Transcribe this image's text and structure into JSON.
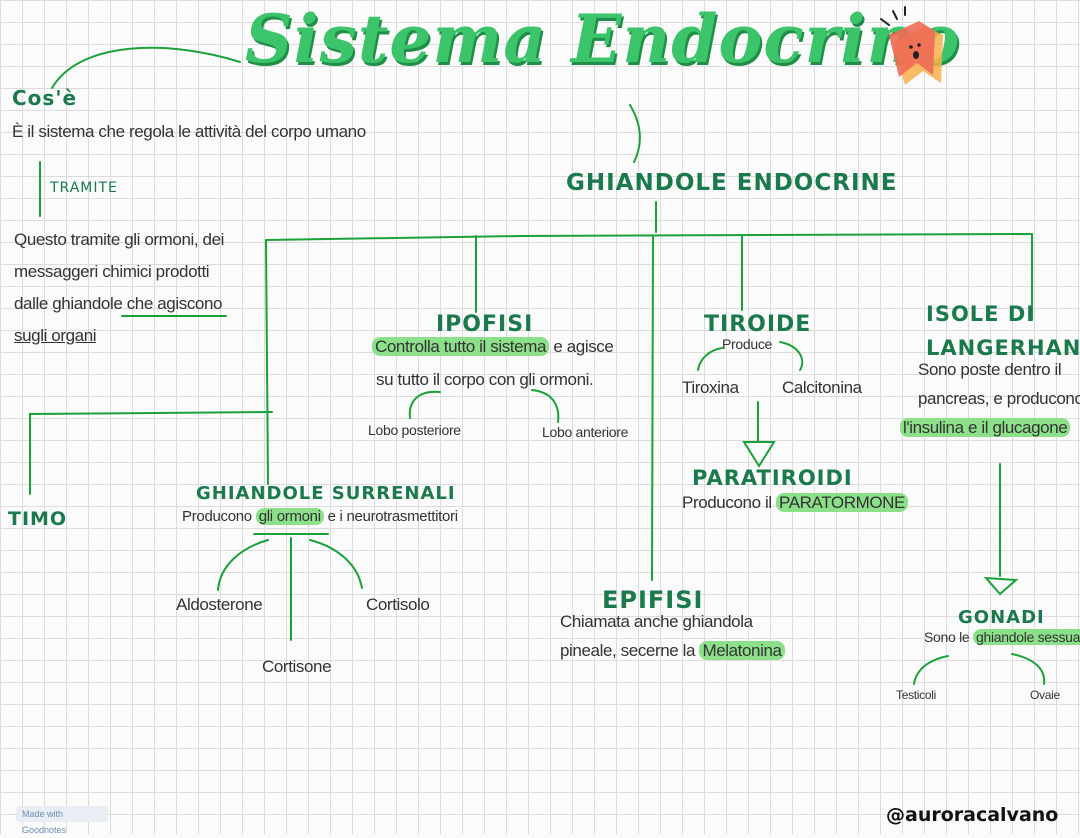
{
  "title": "Sistema Endocrino",
  "cose": {
    "heading": "Cos'è",
    "definition": "È il sistema che regola le attività del corpo umano",
    "tramite": "TRAMITE",
    "explanation": [
      "Questo tramite gli ormoni, dei",
      "messaggeri chimici prodotti",
      "dalle ghiandole che agiscono",
      "sugli organi"
    ]
  },
  "ghiandole_endocrine": "GHIANDOLE ENDOCRINE",
  "ipofisi": {
    "name": "IPOFISI",
    "desc_highlight": "Controlla tutto il sistema",
    "desc_rest": " e agisce",
    "desc_line2": "su tutto il corpo con gli ormoni.",
    "lobo_posteriore": "Lobo posteriore",
    "lobo_anteriore": "Lobo anteriore"
  },
  "tiroide": {
    "name": "TIROIDE",
    "produce": "Produce",
    "tiroxina": "Tiroxina",
    "calcitonina": "Calcitonina"
  },
  "paratiroidi": {
    "name": "PARATIROIDI",
    "desc": "Producono il ",
    "desc_highlight": "PARATORMONE"
  },
  "isole": {
    "name_line1": "ISOLE DI",
    "name_line2": "LANGERHANS",
    "desc_line1": "Sono poste dentro il",
    "desc_line2": "pancreas, e producono",
    "desc_highlight": "l'insulina e il glucagone"
  },
  "gonadi": {
    "name": "GONADI",
    "desc": "Sono le ",
    "desc_highlight": "ghiandole sessuali",
    "testicoli": "Testicoli",
    "ovaie": "Ovaie"
  },
  "timo": "TIMO",
  "surrenali": {
    "name": "GHIANDOLE SURRENALI",
    "desc_pre": "Producono ",
    "desc_highlight": "gli ormoni",
    "desc_post": " e i neurotrasmettitori",
    "aldosterone": "Aldosterone",
    "cortisolo": "Cortisolo",
    "cortisone": "Cortisone"
  },
  "epifisi": {
    "name": "EPIFISI",
    "desc_line1": "Chiamata anche ghiandola",
    "desc_line2": "pineale, secerne la ",
    "desc_highlight": "Melatonina"
  },
  "handle": "@auroracalvano",
  "badge": "Made with Goodnotes",
  "colors": {
    "line": "#1aa23a",
    "heading": "#1a7a4c",
    "highlight": "#8de08a",
    "title": "#3cc46a"
  }
}
